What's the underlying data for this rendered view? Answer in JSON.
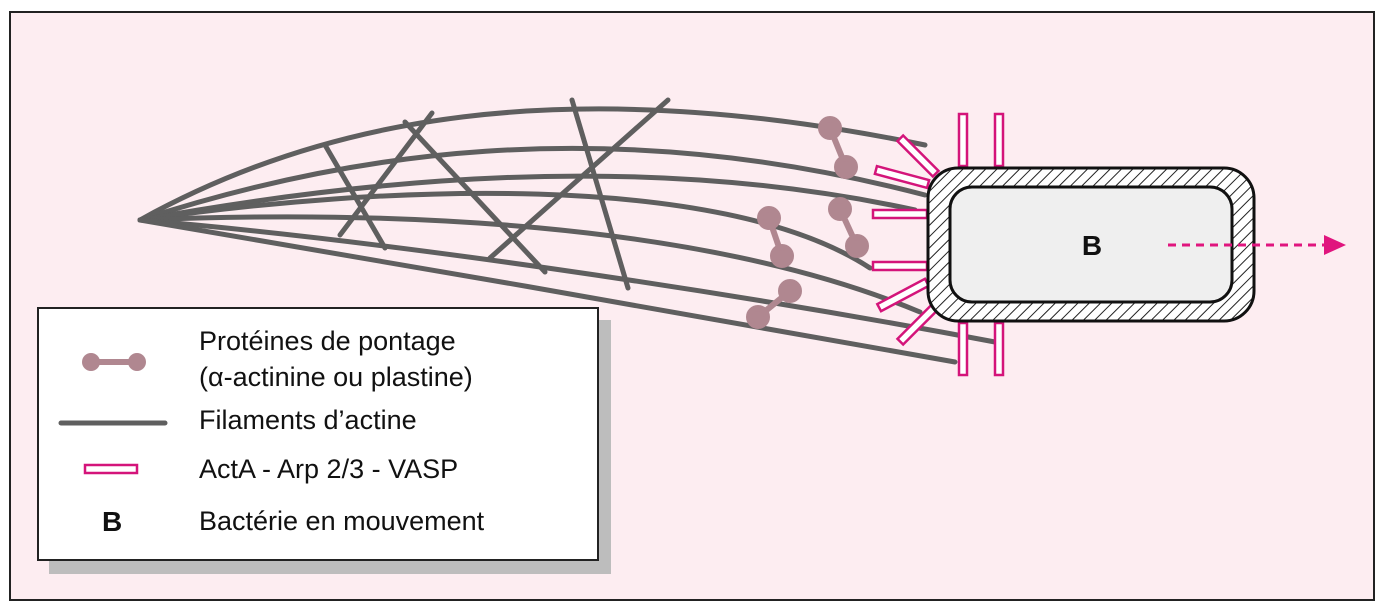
{
  "bacterium": {
    "label": "B"
  },
  "legend": {
    "items": [
      {
        "id": "crosslink",
        "symbol": "crosslink-protein-icon",
        "line1": "Protéines de pontage",
        "line2": "(α-actinine ou plastine)"
      },
      {
        "id": "actin",
        "symbol": "actin-filament-icon",
        "line1": "Filaments d’actine"
      },
      {
        "id": "acta",
        "symbol": "acta-complex-icon",
        "line1": "ActA - Arp 2/3 - VASP"
      },
      {
        "id": "bact",
        "symbol_text": "B",
        "line1": "Bactérie en mouvement"
      }
    ]
  },
  "colors": {
    "background": "#fdedf1",
    "filament": "#5f5f5f",
    "crosslink": "#b08790",
    "acta": "#d4147a",
    "arrow": "#e0157e"
  }
}
